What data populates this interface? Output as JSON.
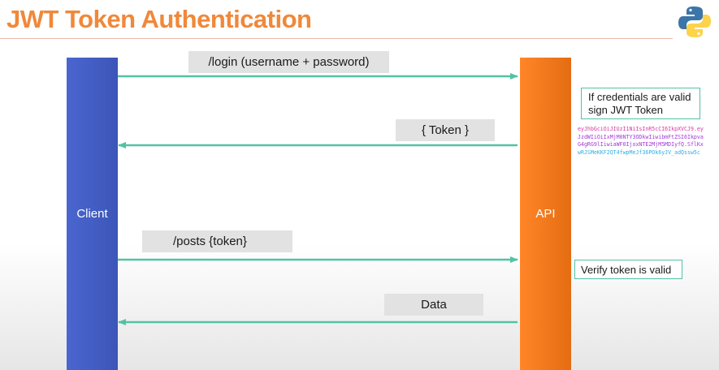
{
  "title": "JWT Token Authentication",
  "logo_icon": "python-logo-icon",
  "actors": {
    "client": "Client",
    "api": "API"
  },
  "messages": [
    {
      "label": "/login (username + password)",
      "direction": "client-to-api"
    },
    {
      "label": "{ Token }",
      "direction": "api-to-client"
    },
    {
      "label": "/posts  {token}",
      "direction": "client-to-api"
    },
    {
      "label": "Data",
      "direction": "api-to-client"
    }
  ],
  "notes": {
    "credentials": "If credentials are valid sign JWT Token",
    "verify": "Verify token is valid"
  },
  "token_text": [
    {
      "text": "eyJhbGciOiJIUzI1NiIsInR5cCI6IkpXVCJ9.ey",
      "color": "#d63aa0"
    },
    {
      "text": "JzdWIiOiIxMjM0NTY3ODkwIiwibmFtZSI6Ikpva",
      "color": "#a23ad6"
    },
    {
      "text": "G4gRG9lIiwiaWF0IjoxNTE2MjM5MDIyfQ.SflKx",
      "color": "#a23ad6"
    },
    {
      "text": "wRJSMeKKF2QT4fwpMeJf36POk6yJV_adQssw5c",
      "color": "#31aee3"
    }
  ],
  "colors": {
    "title": "#f0883a",
    "client_bar": "#4a66cf",
    "api_bar": "#ff8628",
    "arrow": "#52c2a4"
  }
}
